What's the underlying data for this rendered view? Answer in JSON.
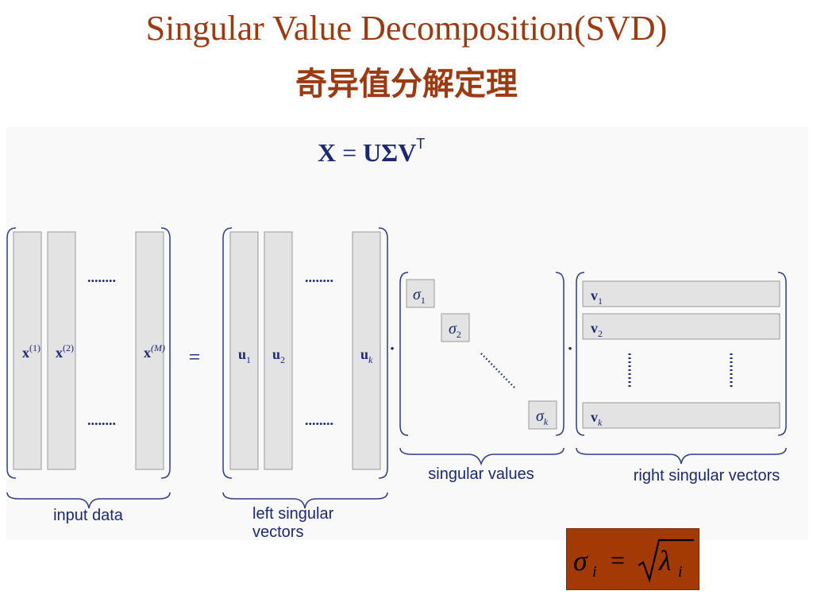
{
  "title": "Singular Value Decomposition(SVD)",
  "subtitle": "奇异值分解定理",
  "equation": {
    "lhs": "X",
    "equals": "=",
    "rhs": "UΣV",
    "sup": "T"
  },
  "input_data": {
    "columns": [
      {
        "base": "x",
        "sup": "(1)"
      },
      {
        "base": "x",
        "sup": "(2)"
      },
      {
        "base": "x",
        "sup": "(M)"
      }
    ],
    "dots": "........",
    "label": "input data"
  },
  "equals_sign": "=",
  "dot_operator": "·",
  "left_singular": {
    "columns": [
      {
        "base": "u",
        "sub": "1"
      },
      {
        "base": "u",
        "sub": "2"
      },
      {
        "base": "u",
        "sub": "k"
      }
    ],
    "dots": "........",
    "label_line1": "left singular",
    "label_line2": "vectors"
  },
  "singular_values": {
    "items": [
      {
        "base": "σ",
        "sub": "1"
      },
      {
        "base": "σ",
        "sub": "2"
      },
      {
        "base": "σ",
        "sub": "k"
      }
    ],
    "label": "singular values"
  },
  "right_singular": {
    "rows": [
      {
        "base": "v",
        "sub": "1"
      },
      {
        "base": "v",
        "sub": "2"
      },
      {
        "base": "v",
        "sub": "k"
      }
    ],
    "label": "right singular vectors"
  },
  "formula": {
    "sigma": "σ",
    "sub_i": "i",
    "equals": "=",
    "lambda": "λ",
    "colors": {
      "background": "#a33a06",
      "text": "#000000"
    }
  },
  "colors": {
    "title": "#9c3a12",
    "math": "#1b2a70",
    "bracket": "#2e3c86",
    "cell_fill": "#e3e3e3",
    "cell_stroke": "#9a9a9a",
    "label": "#1b2a70"
  }
}
